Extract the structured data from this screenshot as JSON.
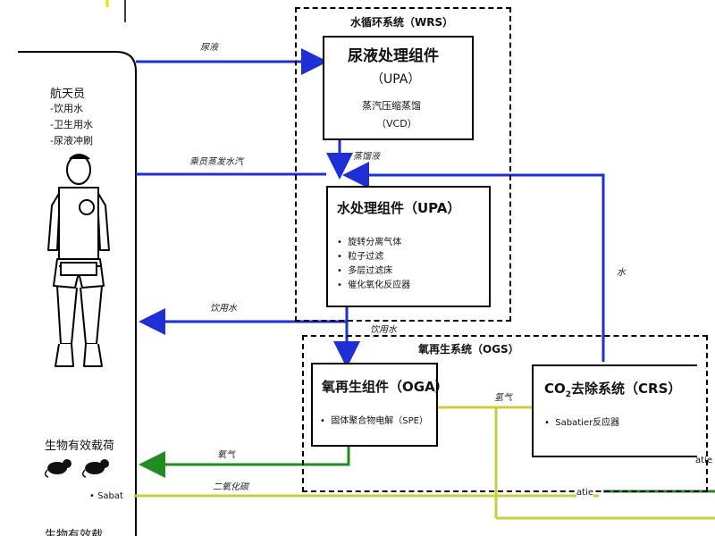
{
  "crew": {
    "title": "航天员",
    "items": [
      "-饮用水",
      "-卫生用水",
      "-尿液冲刷"
    ]
  },
  "bio": {
    "title": "生物有效载荷",
    "title_bottom": "生物有效载",
    "sabat_text": "• Sabat"
  },
  "wrs": {
    "title": "水循环系统（WRS）",
    "upa_title": "尿液处理组件",
    "upa_abbr": "（UPA）",
    "upa_sub": "蒸汽压缩蒸馏",
    "upa_sub_abbr": "（VCD）",
    "wpa_title": "水处理组件（UPA）",
    "wpa_items": [
      "旋转分离气体",
      "粒子过滤",
      "多层过滤床",
      "催化氧化反应器"
    ]
  },
  "ogs": {
    "title": "氧再生系统（OGS）",
    "oga_title": "氧再生组件（OGA）",
    "oga_item": "固体聚合物电解（SPE）",
    "crs_title_prefix": "CO",
    "crs_title_sub": "2",
    "crs_title_suffix": "去除系统（CRS）",
    "crs_item": "Sabatier反应器",
    "right_partial_1": "atie",
    "right_partial_2": "atie"
  },
  "flows": {
    "urine": "尿液",
    "crew_vapor": "乘员蒸发水汽",
    "distillate": "蒸馏液",
    "water": "水",
    "potable_left": "饮用水",
    "potable_down": "饮用水",
    "hydrogen": "氢气",
    "oxygen": "氧气",
    "co2": "二氧化碳"
  },
  "colors": {
    "blue": "#1f2fd6",
    "green": "#1f8c1f",
    "yellow": "#c8cf3a"
  }
}
